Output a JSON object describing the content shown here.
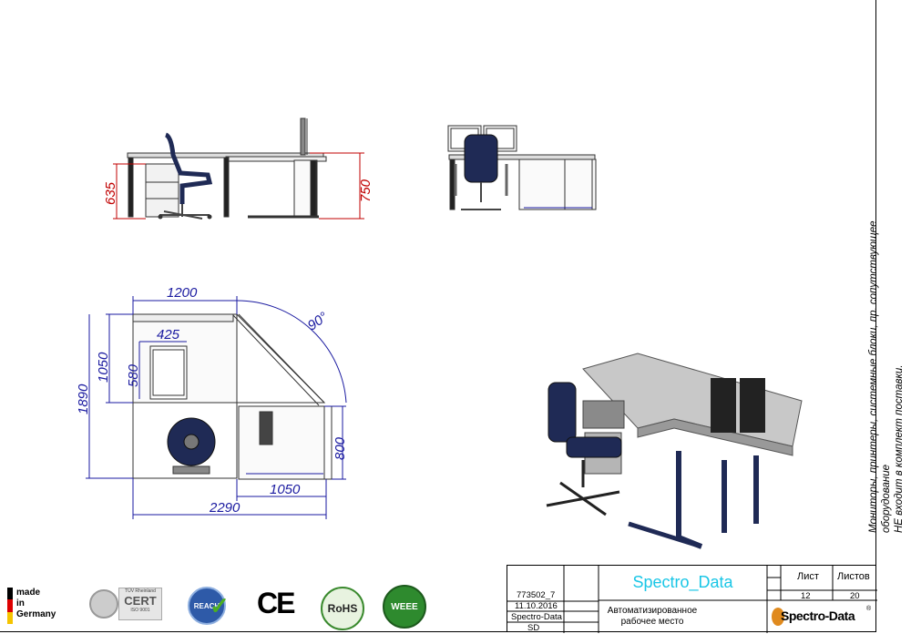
{
  "dimensions": {
    "side_height_left": "635",
    "side_height_right": "750",
    "top_width": "1200",
    "top_depth_left": "1050",
    "top_depth_total": "1890",
    "inner_width": "425",
    "inner_depth": "580",
    "angle": "90°",
    "right_depth": "800",
    "bottom_part": "1050",
    "total_width": "2290"
  },
  "side_note": {
    "line1": "Мониторы, принтеры, системные блоки, пр. сопутствующее оборудование",
    "line2": "НЕ входит в комплект поставки."
  },
  "title_block": {
    "code": "773502_7",
    "date": "11.10.2016",
    "company_short": "Spectro-Data",
    "initials": "SD",
    "brand": "Spectro_Data",
    "description": "Автоматизированное рабочее место",
    "sheet_label": "Лист",
    "sheets_label": "Листов",
    "sheet_no": "12",
    "sheets_total": "20",
    "logo_text": "Spectro-Data",
    "logo_reg": "®"
  },
  "badges": {
    "made_in": [
      "made",
      "in",
      "Germany"
    ],
    "cert_top": "TÜV Rheinland",
    "cert_main": "CERT",
    "cert_iso": "ISO 9001",
    "reach": "REACH",
    "ce": "CE",
    "rohs": "RoHS",
    "weee": "WEEE"
  },
  "colors": {
    "dim_red": "#c00000",
    "dim_blue": "#1a1aa0",
    "brand_cyan": "#19c6e6",
    "logo_orange": "#e08a1e",
    "chair_navy": "#1f2a55"
  }
}
